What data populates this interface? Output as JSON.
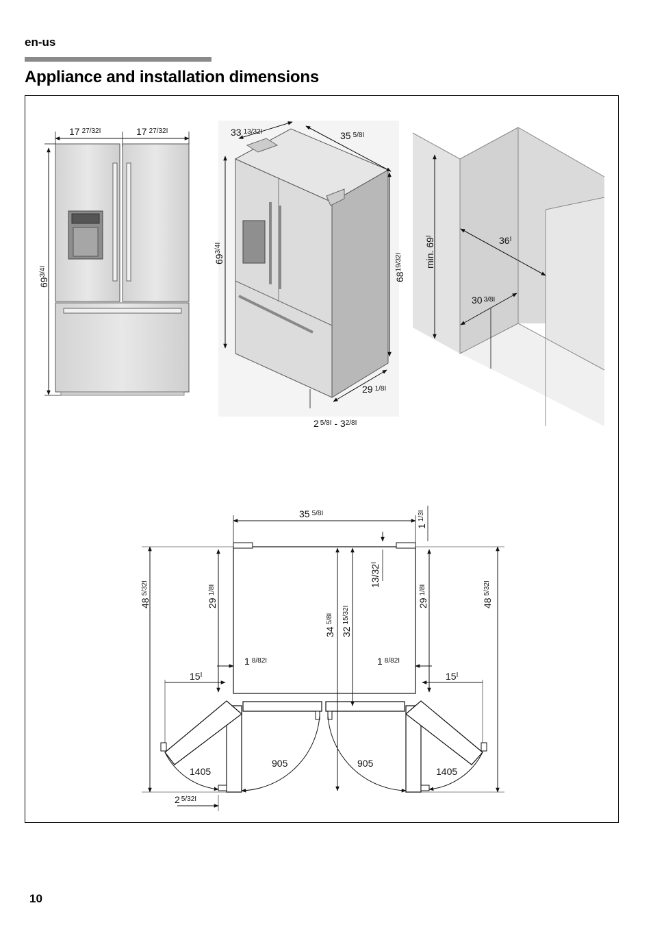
{
  "header": {
    "language": "en-us",
    "title": "Appliance and installation dimensions"
  },
  "footer": {
    "page_number": "10"
  },
  "front_view": {
    "left_width": "17",
    "left_width_frac": "27/32I",
    "right_width": "17",
    "right_width_frac": "27/32I",
    "height": "69",
    "height_frac": "3/4I"
  },
  "perspective_view": {
    "width": "33",
    "width_frac": "13/32I",
    "depth_top": "35",
    "depth_top_frac": "5/8I",
    "height_left": "69",
    "height_left_frac": "3/4I",
    "height_right": "68",
    "height_right_frac": "19/32I",
    "depth_bottom": "29",
    "depth_bottom_frac": "1/8I",
    "feet": "2",
    "feet_frac": "5/8I",
    "feet_sep": " - 3",
    "feet_frac2": "2/8I"
  },
  "niche_view": {
    "min_height": "min. 69",
    "min_height_unit": "I",
    "width": "36",
    "width_unit": "I",
    "depth": "30",
    "depth_frac": "3/8I"
  },
  "top_view": {
    "width": "35",
    "width_frac": "5/8I",
    "top_gap": "1",
    "top_gap_frac": "1/3I",
    "total_left": "48",
    "total_left_frac": "5/32I",
    "total_right": "48",
    "total_right_frac": "5/32I",
    "body_left": "29",
    "body_left_frac": "1/8I",
    "body_right": "29",
    "body_right_frac": "1/8I",
    "rear_gap": "13/32",
    "rear_gap_unit": "I",
    "door_open": "34",
    "door_open_frac": "5/8I",
    "door_closed": "32",
    "door_closed_frac": "15/32I",
    "side_left": "1",
    "side_left_frac": "8/82I",
    "side_right": "1",
    "side_right_frac": "8/82I",
    "swing_left": "15",
    "swing_left_unit": "I",
    "swing_right": "15",
    "swing_right_unit": "I",
    "radius_outer_left": "1405",
    "radius_inner_left": "905",
    "radius_inner_right": "905",
    "radius_outer_right": "1405",
    "handle_depth": "2",
    "handle_depth_frac": "5/32I"
  }
}
